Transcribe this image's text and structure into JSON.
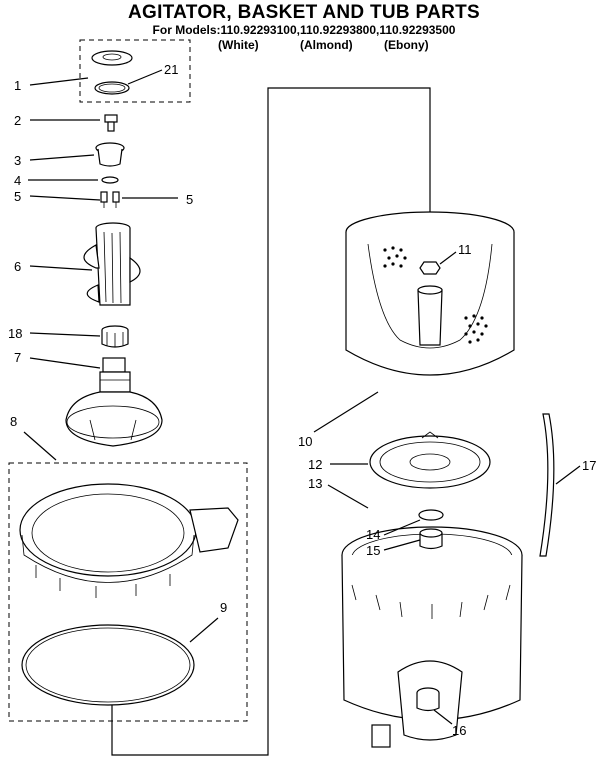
{
  "title": "AGITATOR, BASKET AND TUB PARTS",
  "models_line": "For Models:110.92293100,110.92293800,110.92293500",
  "variants": [
    "(White)",
    "(Almond)",
    "(Ebony)"
  ],
  "callouts": [
    "1",
    "21",
    "2",
    "3",
    "4",
    "5",
    "5",
    "6",
    "18",
    "7",
    "8",
    "9",
    "11",
    "10",
    "12",
    "13",
    "14",
    "15",
    "16",
    "17"
  ]
}
